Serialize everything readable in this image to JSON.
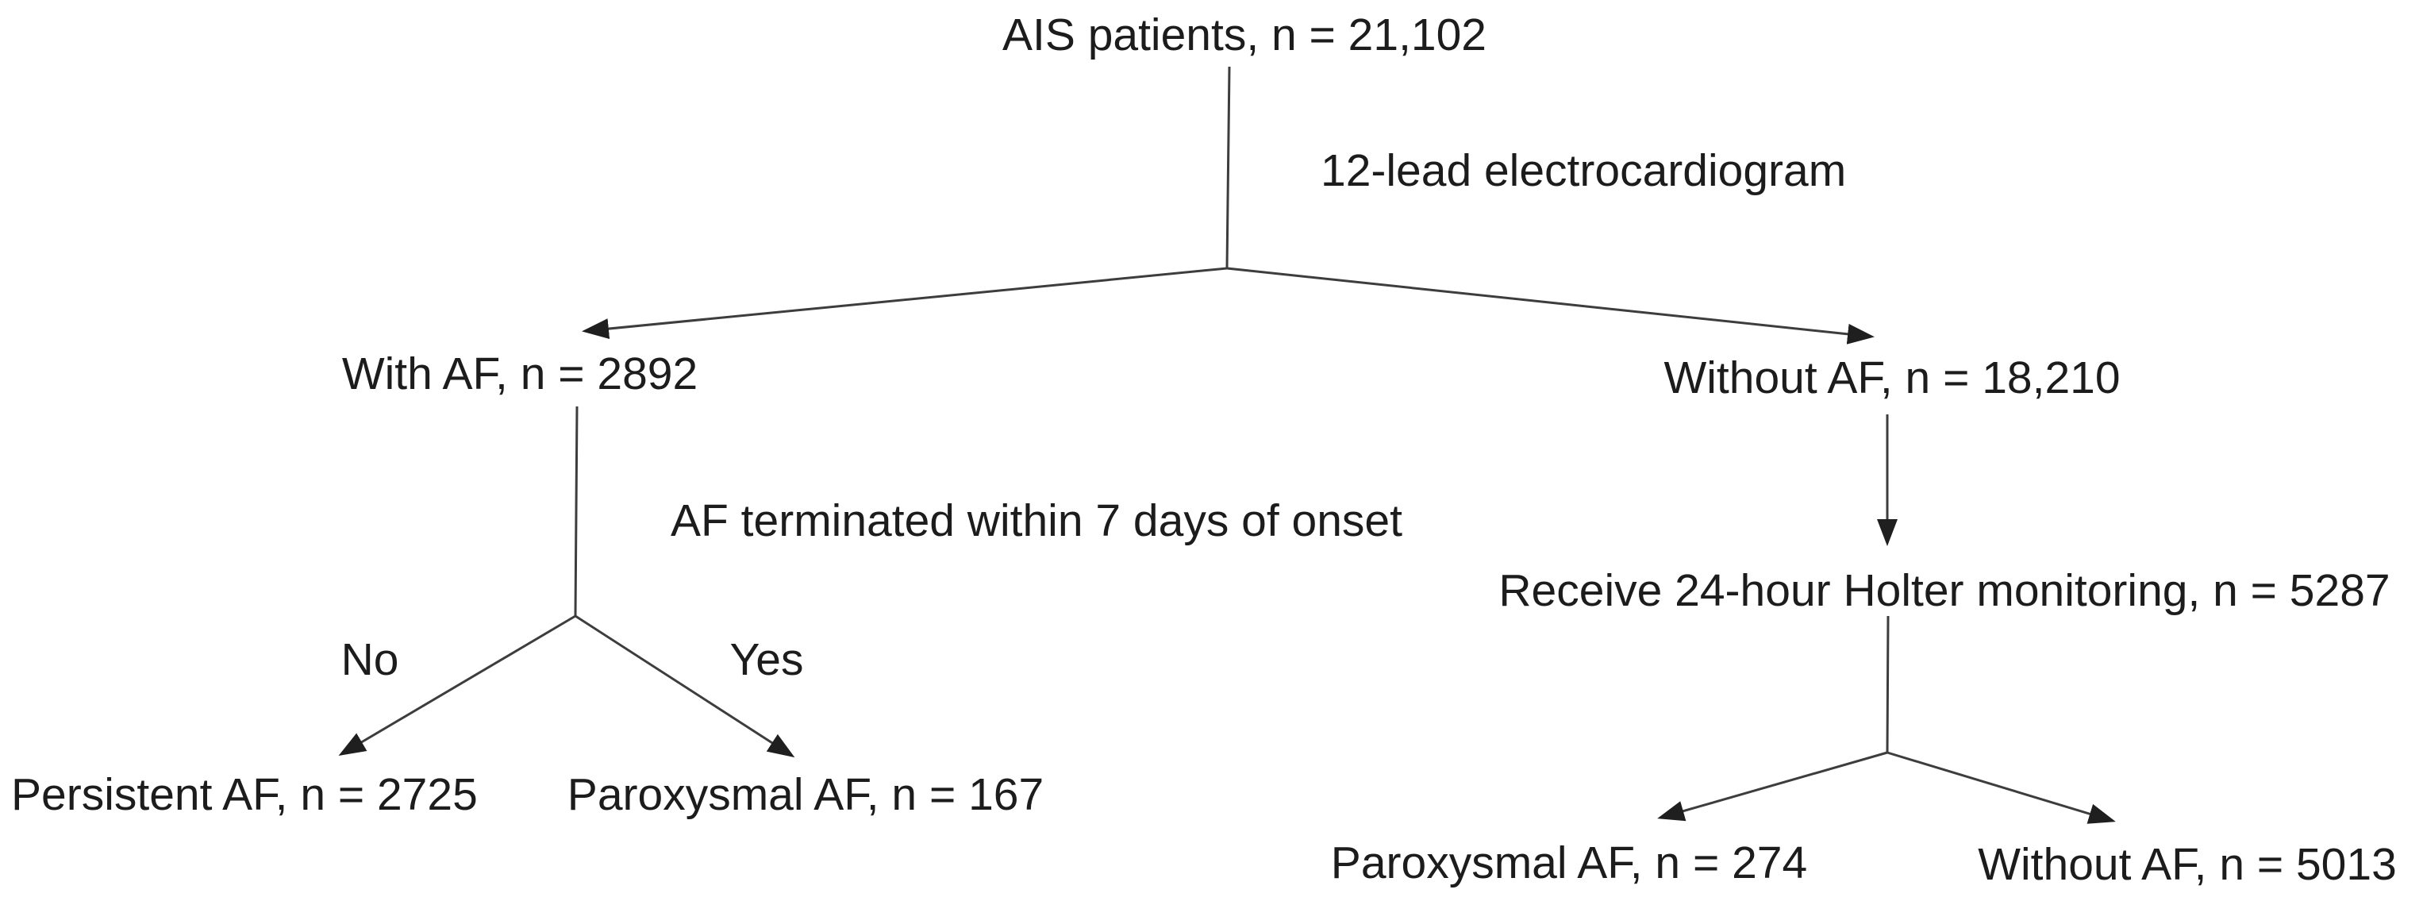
{
  "diagram": {
    "type": "flowchart",
    "title": "AIS patient atrial fibrillation screening flow",
    "nodes": {
      "root": {
        "label": "AIS patients, n = 21,102"
      },
      "ecg_annotation": {
        "label": "12-lead electrocardiogram"
      },
      "with_af": {
        "label": "With AF, n = 2892"
      },
      "without_af": {
        "label": "Without AF, n = 18,210"
      },
      "terminated_annotation": {
        "label": "AF terminated within 7 days of onset"
      },
      "branch_no": {
        "label": "No"
      },
      "branch_yes": {
        "label": "Yes"
      },
      "persistent_af": {
        "label": "Persistent AF, n = 2725"
      },
      "paroxysmal_af_ecg": {
        "label": "Paroxysmal AF, n = 167"
      },
      "holter": {
        "label": "Receive 24-hour Holter monitoring, n = 5287"
      },
      "paroxysmal_af_holter": {
        "label": "Paroxysmal AF, n = 274"
      },
      "without_af_holter": {
        "label": "Without AF, n = 5013"
      }
    },
    "edges": [
      {
        "from": "root",
        "to": "with_af",
        "via": "12-lead electrocardiogram"
      },
      {
        "from": "root",
        "to": "without_af",
        "via": "12-lead electrocardiogram"
      },
      {
        "from": "with_af",
        "to": "persistent_af",
        "condition": "No"
      },
      {
        "from": "with_af",
        "to": "paroxysmal_af_ecg",
        "condition": "Yes"
      },
      {
        "from": "without_af",
        "to": "holter"
      },
      {
        "from": "holter",
        "to": "paroxysmal_af_holter"
      },
      {
        "from": "holter",
        "to": "without_af_holter"
      }
    ],
    "colors": {
      "text": "#1c1c1c",
      "line": "#3d3d3d",
      "background": "#ffffff"
    }
  }
}
